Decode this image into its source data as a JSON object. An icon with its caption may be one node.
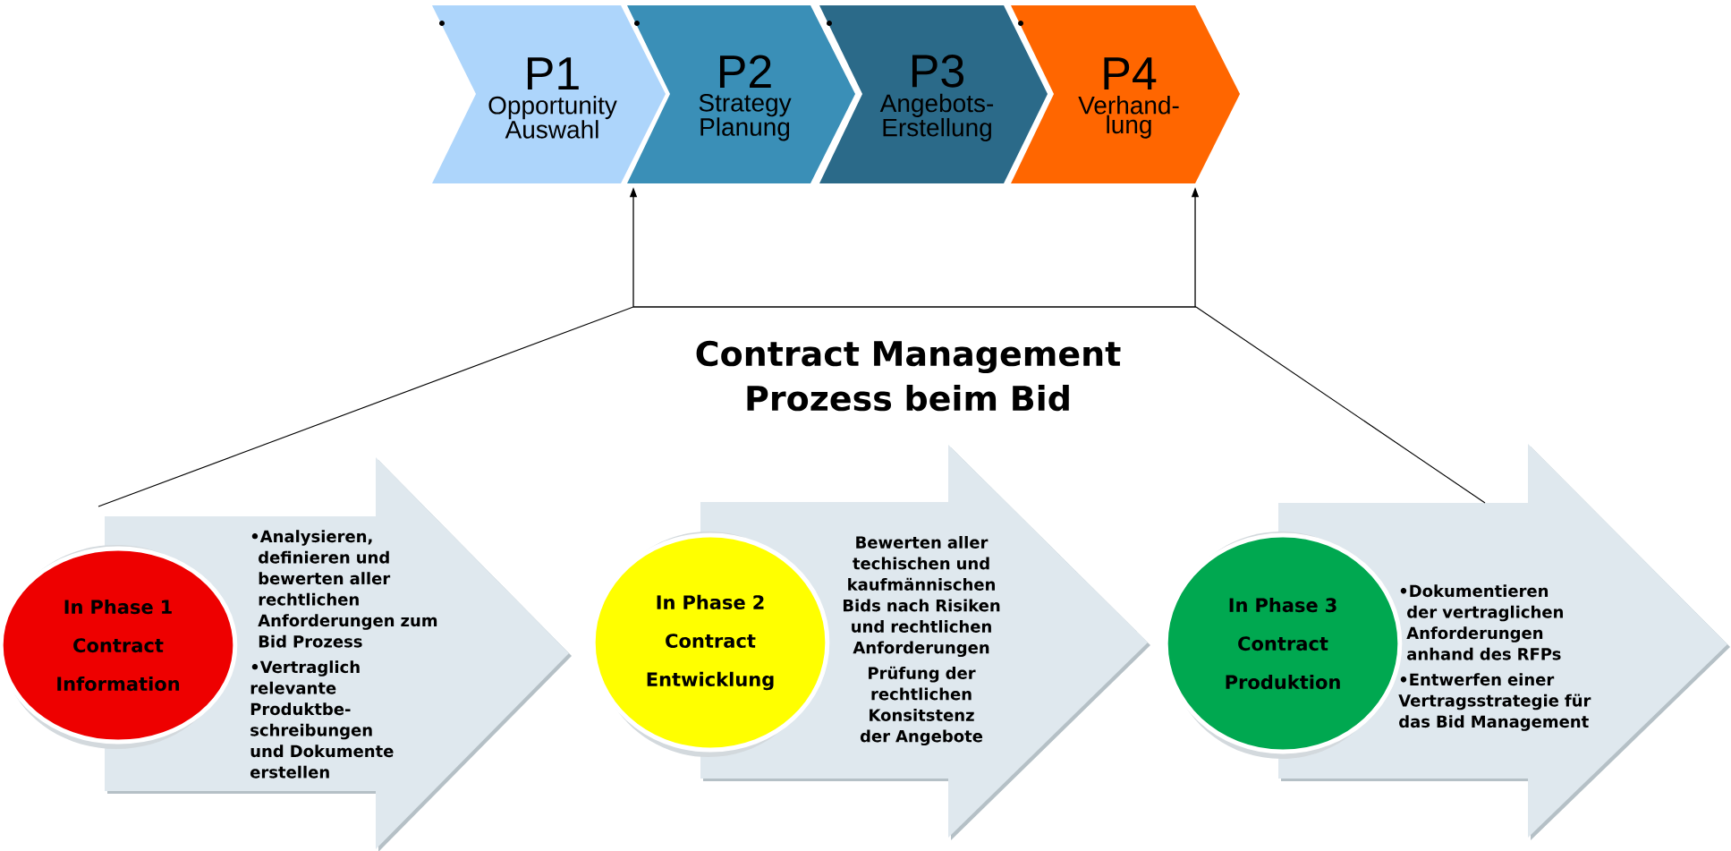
{
  "diagram": {
    "title": "Contract Management Prozess beim Bid",
    "nodes": [
      {
        "text": [
          "P1",
          "Opportunity Auswahl"
        ]
      },
      {
        "text": [
          "P2",
          "Strategy Planung"
        ]
      },
      {
        "text": [
          "P3",
          "Angebots- Erstellung"
        ]
      },
      {
        "text": [
          "P4",
          "Verhand- lung"
        ]
      },
      {
        "text": [],
        "shape": "bar"
      },
      {
        "text": [
          "In Phase 1 Contract Information"
        ]
      },
      {
        "text": [
          "•Analysieren, definieren und bewerten aller rechtlichen Anforderungen zum Bid Prozess",
          "•Vertraglich relevante Produktbe- schreibungen und Dokumente erstellen"
        ]
      },
      {
        "text": [
          "In Phase 2 Contract Entwicklung"
        ]
      },
      {
        "text": [
          "Bewerten aller techischen und kaufmännischen Bids nach Risiken und rechtlichen Anforderungen",
          "Prüfung der rechtlichen Konsitstenz der Angebote"
        ]
      },
      {
        "text": [
          "In Phase 3 Contract Produktion"
        ]
      },
      {
        "text": [
          "•Dokumentieren der vertraglichen Anforderungen anhand des RFPs",
          "•Entwerfen einer Vertragsstrategie für das Bid Management"
        ]
      }
    ],
    "edges": [
      {
        "from": 4,
        "to": 1,
        "arrow": "to"
      },
      {
        "from": 4,
        "to": 3,
        "arrow": "to"
      },
      {
        "from": 4,
        "to": 6,
        "arrow": "none"
      },
      {
        "from": 4,
        "to": 10,
        "arrow": "none"
      }
    ]
  }
}
